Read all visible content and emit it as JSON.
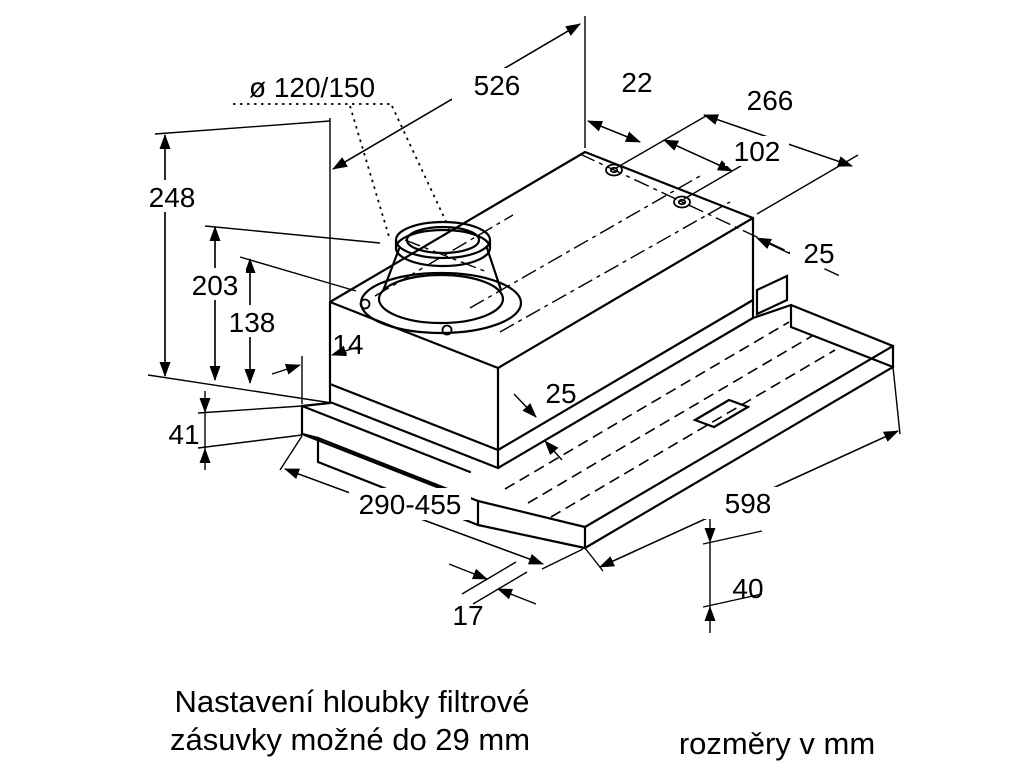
{
  "drawing": {
    "dims": {
      "diameter": "ø 120/150",
      "d526": "526",
      "d22": "22",
      "d266": "266",
      "d102": "102",
      "d25_right": "25",
      "d248": "248",
      "d203": "203",
      "d138": "138",
      "d14": "14",
      "d25_front": "25",
      "d41": "41",
      "d290_455": "290-455",
      "d598": "598",
      "d17": "17",
      "d40": "40"
    },
    "captions": {
      "note_line1": "Nastavení hloubky filtrové",
      "note_line2": "zásuvky možné do 29 mm",
      "units": "rozměry v mm"
    },
    "colors": {
      "line": "#000000",
      "background": "#ffffff"
    }
  }
}
